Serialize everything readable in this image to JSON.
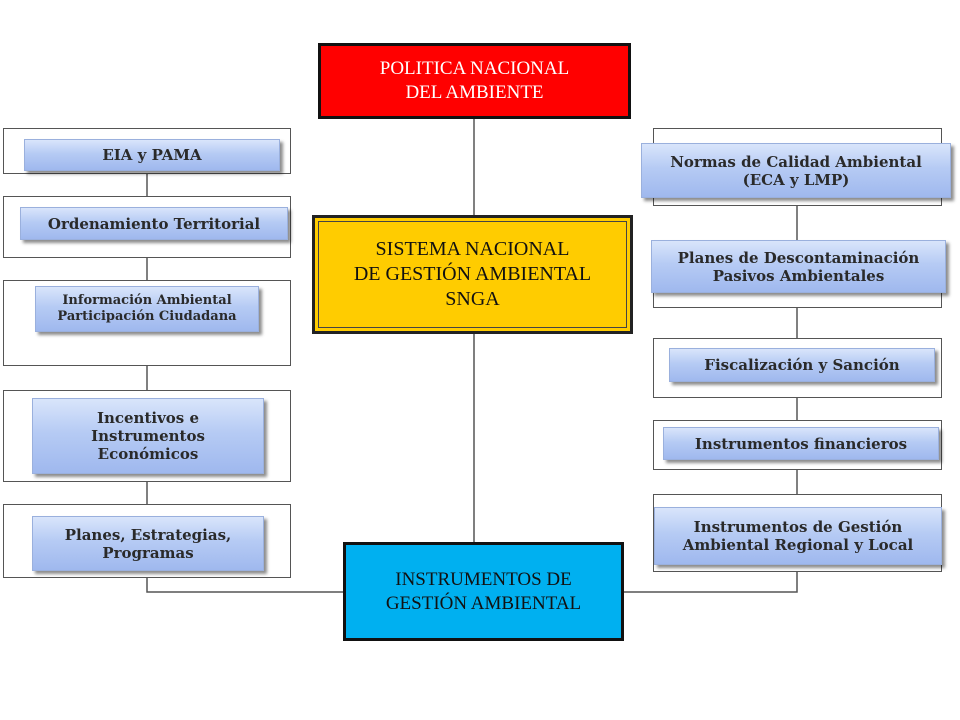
{
  "colors": {
    "policy_fill": "#ff0000",
    "system_fill": "#ffcc00",
    "instruments_fill": "#00b0f0",
    "connector": "#555555"
  },
  "main_nodes": {
    "policy": "POLITICA NACIONAL\nDEL AMBIENTE",
    "system": "SISTEMA NACIONAL\nDE GESTIÓN AMBIENTAL\nSNGA",
    "instruments": "INSTRUMENTOS DE\nGESTIÓN AMBIENTAL"
  },
  "left_items": [
    "EIA y PAMA",
    "Ordenamiento Territorial",
    "Información Ambiental\nParticipación Ciudadana",
    "Incentivos e\nInstrumentos\nEconómicos",
    "Planes, Estrategias,\nProgramas"
  ],
  "right_items": [
    "Normas de Calidad Ambiental\n(ECA y LMP)",
    "Planes de Descontaminación\nPasivos Ambientales",
    "Fiscalización y Sanción",
    "Instrumentos financieros",
    "Instrumentos de Gestión\nAmbiental Regional y Local"
  ]
}
